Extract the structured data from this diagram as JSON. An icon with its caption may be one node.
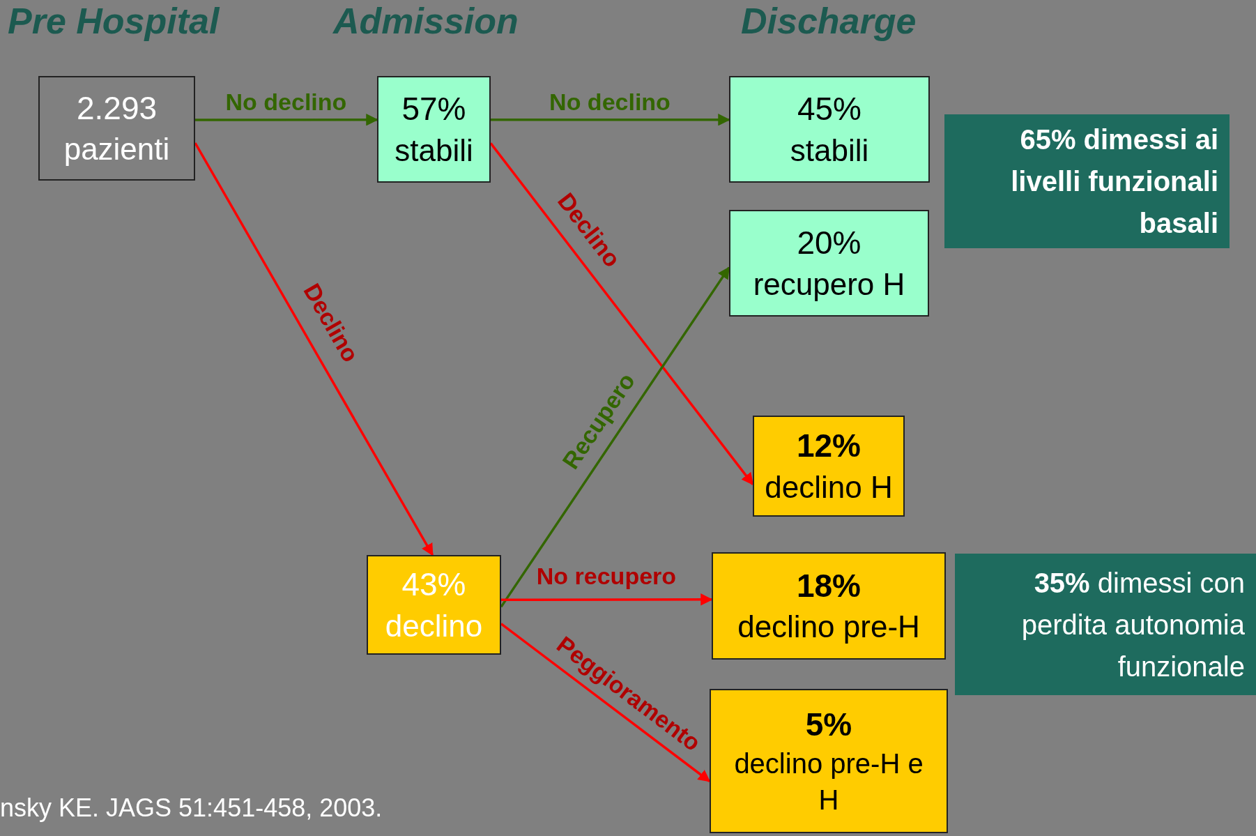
{
  "diagram": {
    "nodes": [
      {
        "text": [
          "2.293",
          "pazienti"
        ]
      },
      {
        "text": [
          "57%",
          "stabili"
        ]
      },
      {
        "text": [
          "45%",
          "stabili"
        ]
      },
      {
        "text": [
          "20%",
          "recupero H"
        ]
      },
      {
        "text": [
          "12%",
          "declino H"
        ]
      },
      {
        "text": [
          "43%",
          "declino"
        ]
      },
      {
        "text": [
          "18%",
          "declino pre-H"
        ]
      },
      {
        "text": [
          "5%",
          "declino pre-H e H"
        ]
      },
      {
        "text": [
          "65% dimessi ai livelli funzionali basali"
        ]
      },
      {
        "text": [
          "**35%** dimessi con perdita autonomia funzionale"
        ]
      }
    ],
    "edges": [
      {
        "from": 0,
        "to": 1,
        "arrow": "to",
        "label": "No declino",
        "color": "#336600"
      },
      {
        "from": 0,
        "to": 5,
        "arrow": "to",
        "label": "Declino"
      },
      {
        "from": 1,
        "to": 2,
        "arrow": "to",
        "label": "No declino",
        "color": "#336600"
      },
      {
        "from": 1,
        "to": 4,
        "arrow": "to",
        "label": "Declino"
      },
      {
        "from": 5,
        "to": 3,
        "arrow": "to",
        "label": "Recupero",
        "color": "#336600"
      },
      {
        "from": 5,
        "to": 6,
        "arrow": "to",
        "label": "No recupero"
      },
      {
        "from": 5,
        "to": 7,
        "arrow": "to",
        "label": "Peggioramento"
      }
    ],
    "labels": [
      "Pre Hospital",
      "Admission",
      "Discharge",
      "nsky KE. JAGS 51:451-458, 2003."
    ]
  }
}
